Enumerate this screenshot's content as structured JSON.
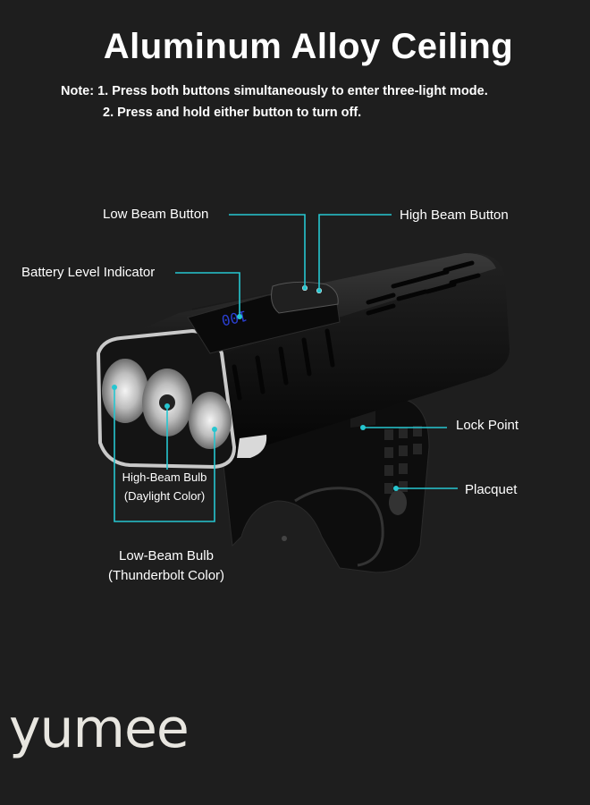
{
  "header": {
    "title": "Aluminum Alloy Ceiling",
    "note_line1": "Note: 1. Press both buttons simultaneously to enter three-light mode.",
    "note_line2": "2. Press and hold either button to turn  off."
  },
  "callouts": {
    "low_beam_button": "Low Beam Button",
    "high_beam_button": "High Beam Button",
    "battery_level_indicator": "Battery Level Indicator",
    "lock_point": "Lock Point",
    "placquet": "Placquet",
    "high_beam_bulb_line1": "High-Beam Bulb",
    "high_beam_bulb_line2": "(Daylight Color)",
    "low_beam_bulb_line1": "Low-Beam Bulb",
    "low_beam_bulb_line2": "(Thunderbolt Color)"
  },
  "display_readout": "100",
  "brand": {
    "name": "yumee"
  },
  "colors": {
    "background": "#1e1e1e",
    "callout_line": "#26c6d0",
    "display_digits": "#2a3fd0"
  }
}
